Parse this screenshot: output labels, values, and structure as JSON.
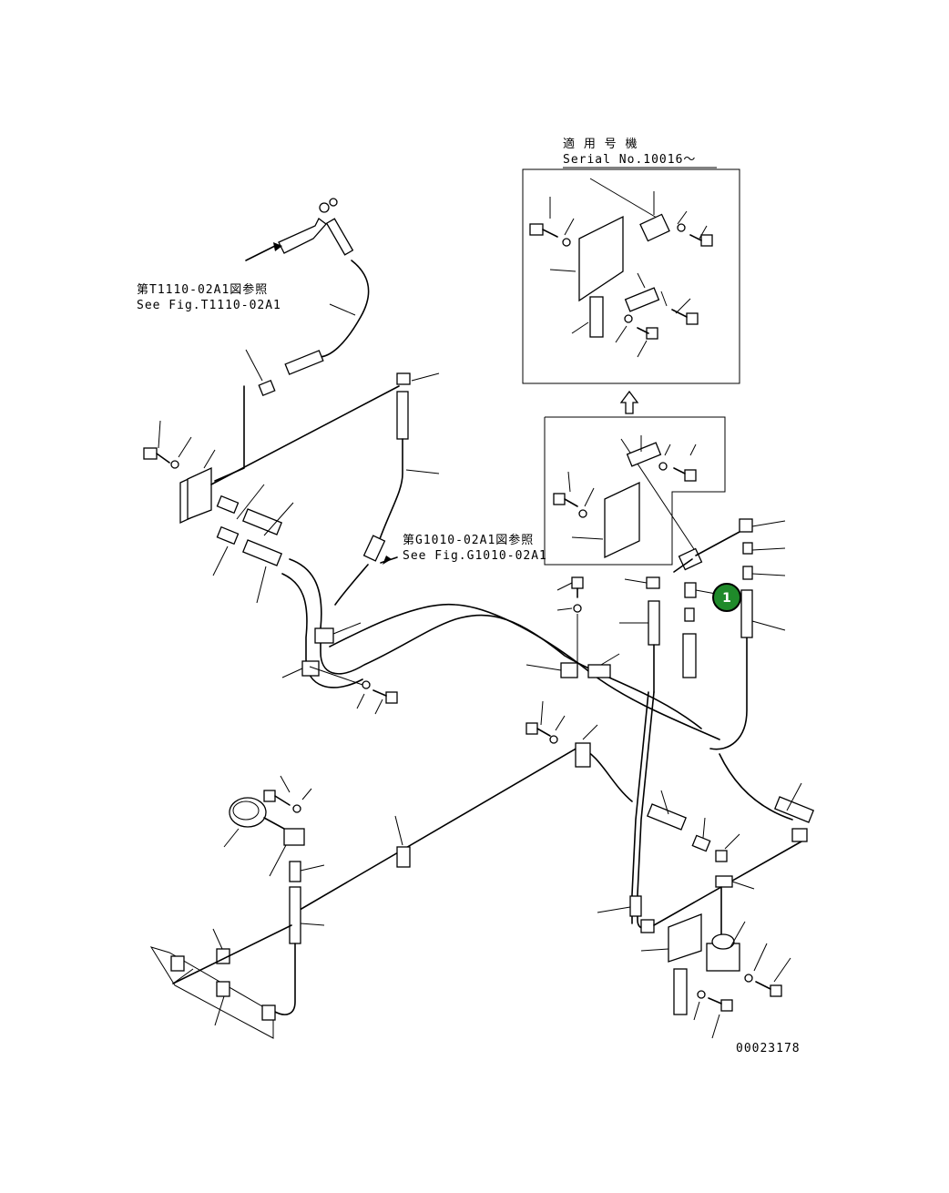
{
  "refs": {
    "t1110_jp": "第T1110-02A1図参照",
    "t1110_en": "See Fig.T1110-02A1",
    "g1010_jp": "第G1010-02A1図参照",
    "g1010_en": "See Fig.G1010-02A1"
  },
  "serial": {
    "jp": "適 用 号 機",
    "en": "Serial No.10016～"
  },
  "callout": {
    "label": "1",
    "color": "#1f8a2a"
  },
  "drawing_number": "00023178"
}
